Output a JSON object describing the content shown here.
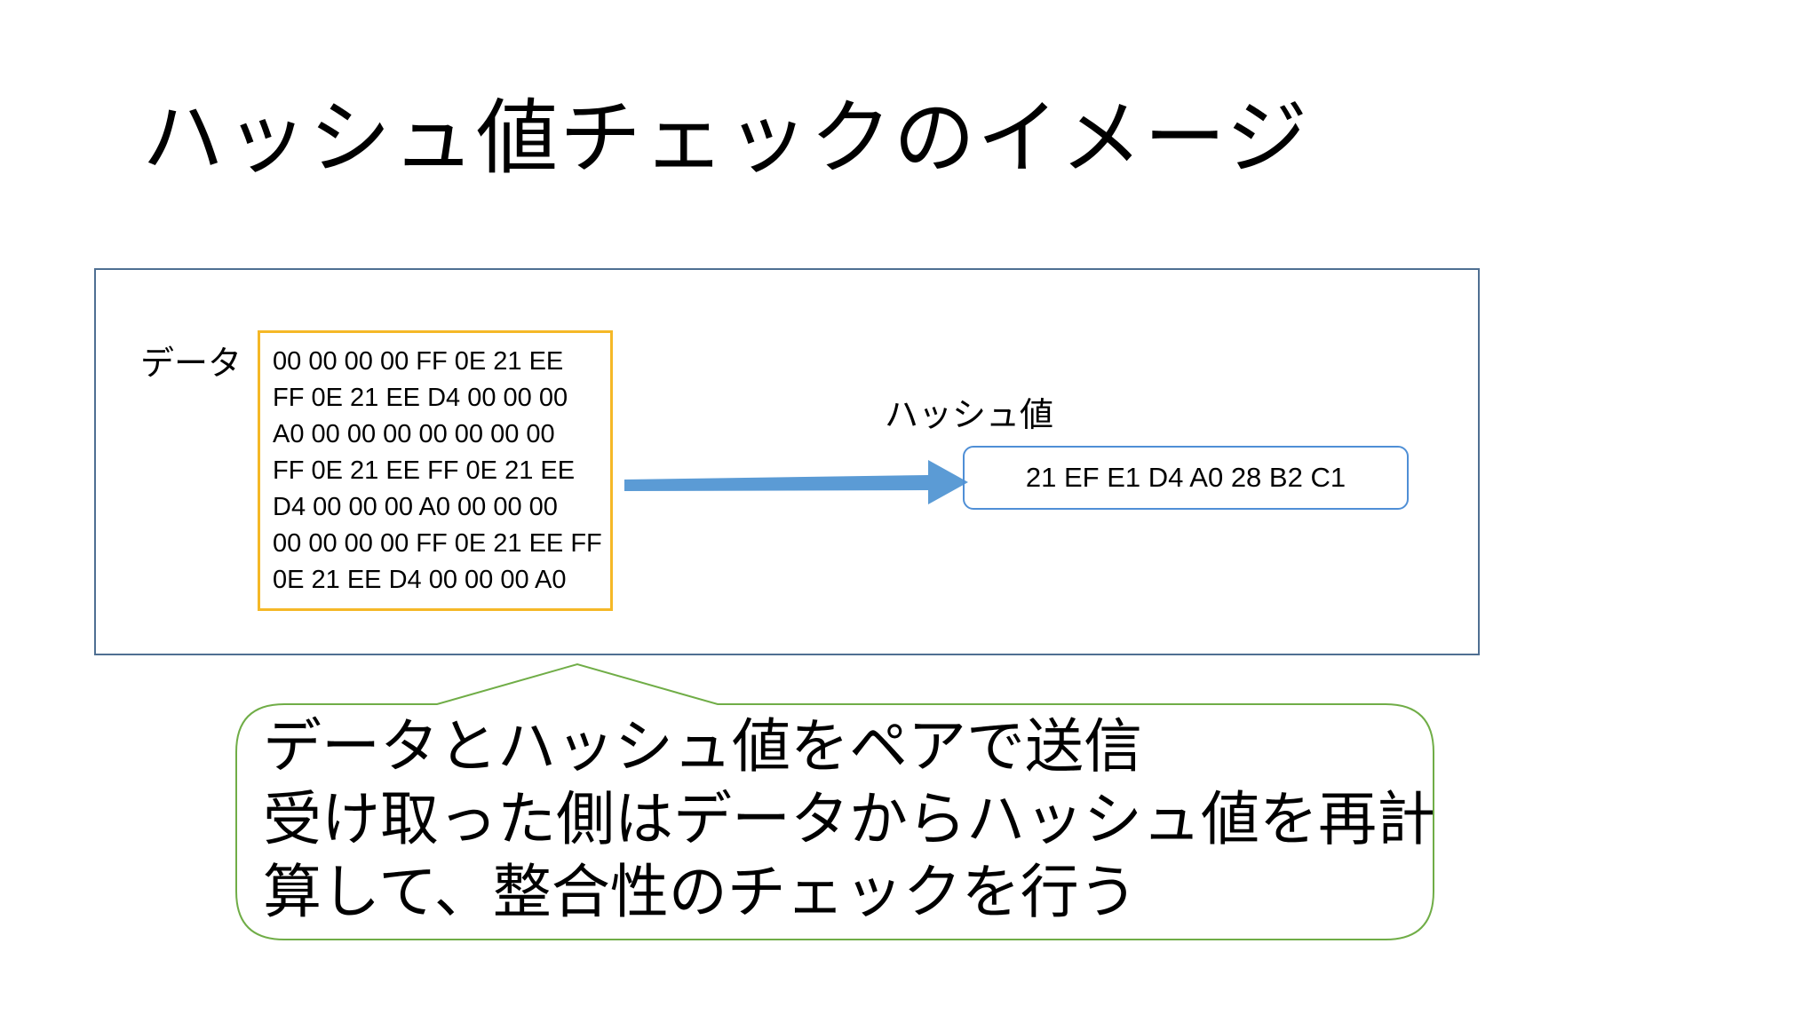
{
  "slide": {
    "title": "ハッシュ値チェックのイメージ"
  },
  "diagram": {
    "data_label": "データ",
    "data_lines": [
      "00 00 00 00 FF 0E 21 EE",
      "FF 0E 21 EE D4 00 00 00",
      "A0 00 00 00 00 00 00 00",
      "FF 0E 21 EE FF 0E 21 EE",
      "D4 00 00 00 A0 00 00 00",
      "00 00 00 00 FF 0E 21 EE FF",
      "0E 21 EE D4 00 00 00 A0"
    ],
    "hash_label": "ハッシュ値",
    "hash_value": "21 EF E1 D4 A0 28 B2 C1"
  },
  "callout": {
    "lines": [
      "データとハッシュ値をペアで送信",
      "受け取った側はデータからハッシュ値を再計",
      "算して、整合性のチェックを行う"
    ]
  },
  "colors": {
    "frame_border": "#4f6f92",
    "data_box_border": "#f5b827",
    "arrow": "#5b9bd5",
    "hash_box_border": "#4f8fd6",
    "callout_border": "#70ad47"
  }
}
